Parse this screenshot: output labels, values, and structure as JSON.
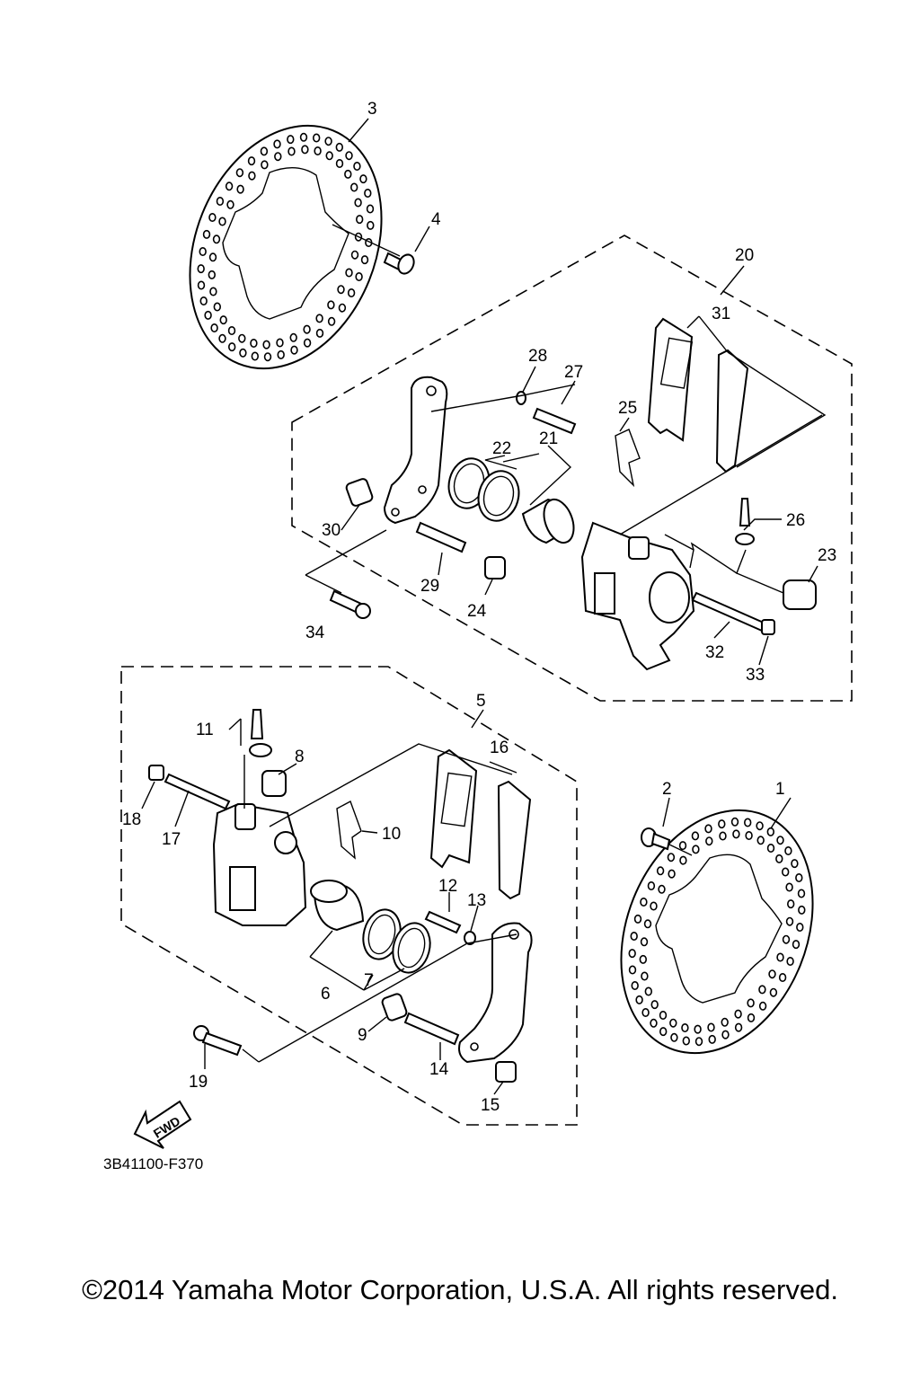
{
  "diagram": {
    "part_numbers": [
      "1",
      "2",
      "3",
      "4",
      "5",
      "6",
      "7",
      "8",
      "9",
      "10",
      "11",
      "12",
      "13",
      "14",
      "15",
      "16",
      "17",
      "18",
      "19",
      "20",
      "21",
      "22",
      "23",
      "24",
      "25",
      "26",
      "27",
      "28",
      "29",
      "30",
      "31",
      "32",
      "33",
      "34"
    ],
    "fwd_label": "FWD",
    "figure_code": "3B41100-F370"
  },
  "footer": {
    "copyright": "©2014 Yamaha Motor Corporation, U.S.A. All rights reserved."
  }
}
